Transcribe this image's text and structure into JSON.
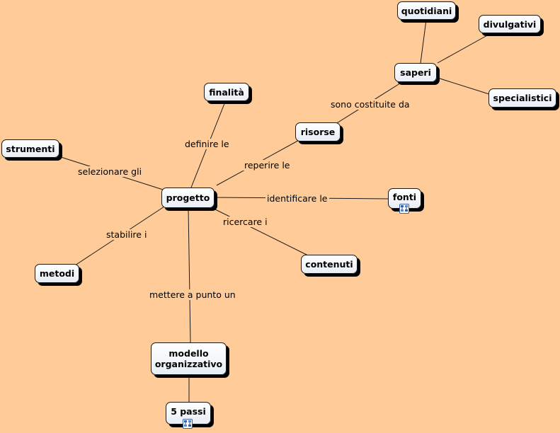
{
  "concepts": {
    "quotidiani": "quotidiani",
    "divulgativi": "divulgativi",
    "saperi": "saperi",
    "specialistici": "specialistici",
    "finalita": "finalità",
    "risorse": "risorse",
    "strumenti": "strumenti",
    "progetto": "progetto",
    "fonti": "fonti",
    "metodi": "metodi",
    "contenuti": "contenuti",
    "modello": "modello organizzativo",
    "cinque_passi": "5 passi"
  },
  "links": {
    "sono_costituite_da": "sono costituite da",
    "definire_le": "definire le",
    "reperire_le": "reperire le",
    "selezionare_gli": "selezionare gli",
    "identificare_le": "identificare le",
    "ricercare_i": "ricercare i",
    "stabilire_i": "stabilire i",
    "mettere_a_punto_un": "mettere a punto un"
  },
  "icons": {
    "fonti_resource": "resource-icon",
    "cinque_passi_resource": "resource-icon"
  },
  "colors": {
    "background": "#ffcc99",
    "node_fill": "#ffffff",
    "node_shadow": "#000000"
  }
}
